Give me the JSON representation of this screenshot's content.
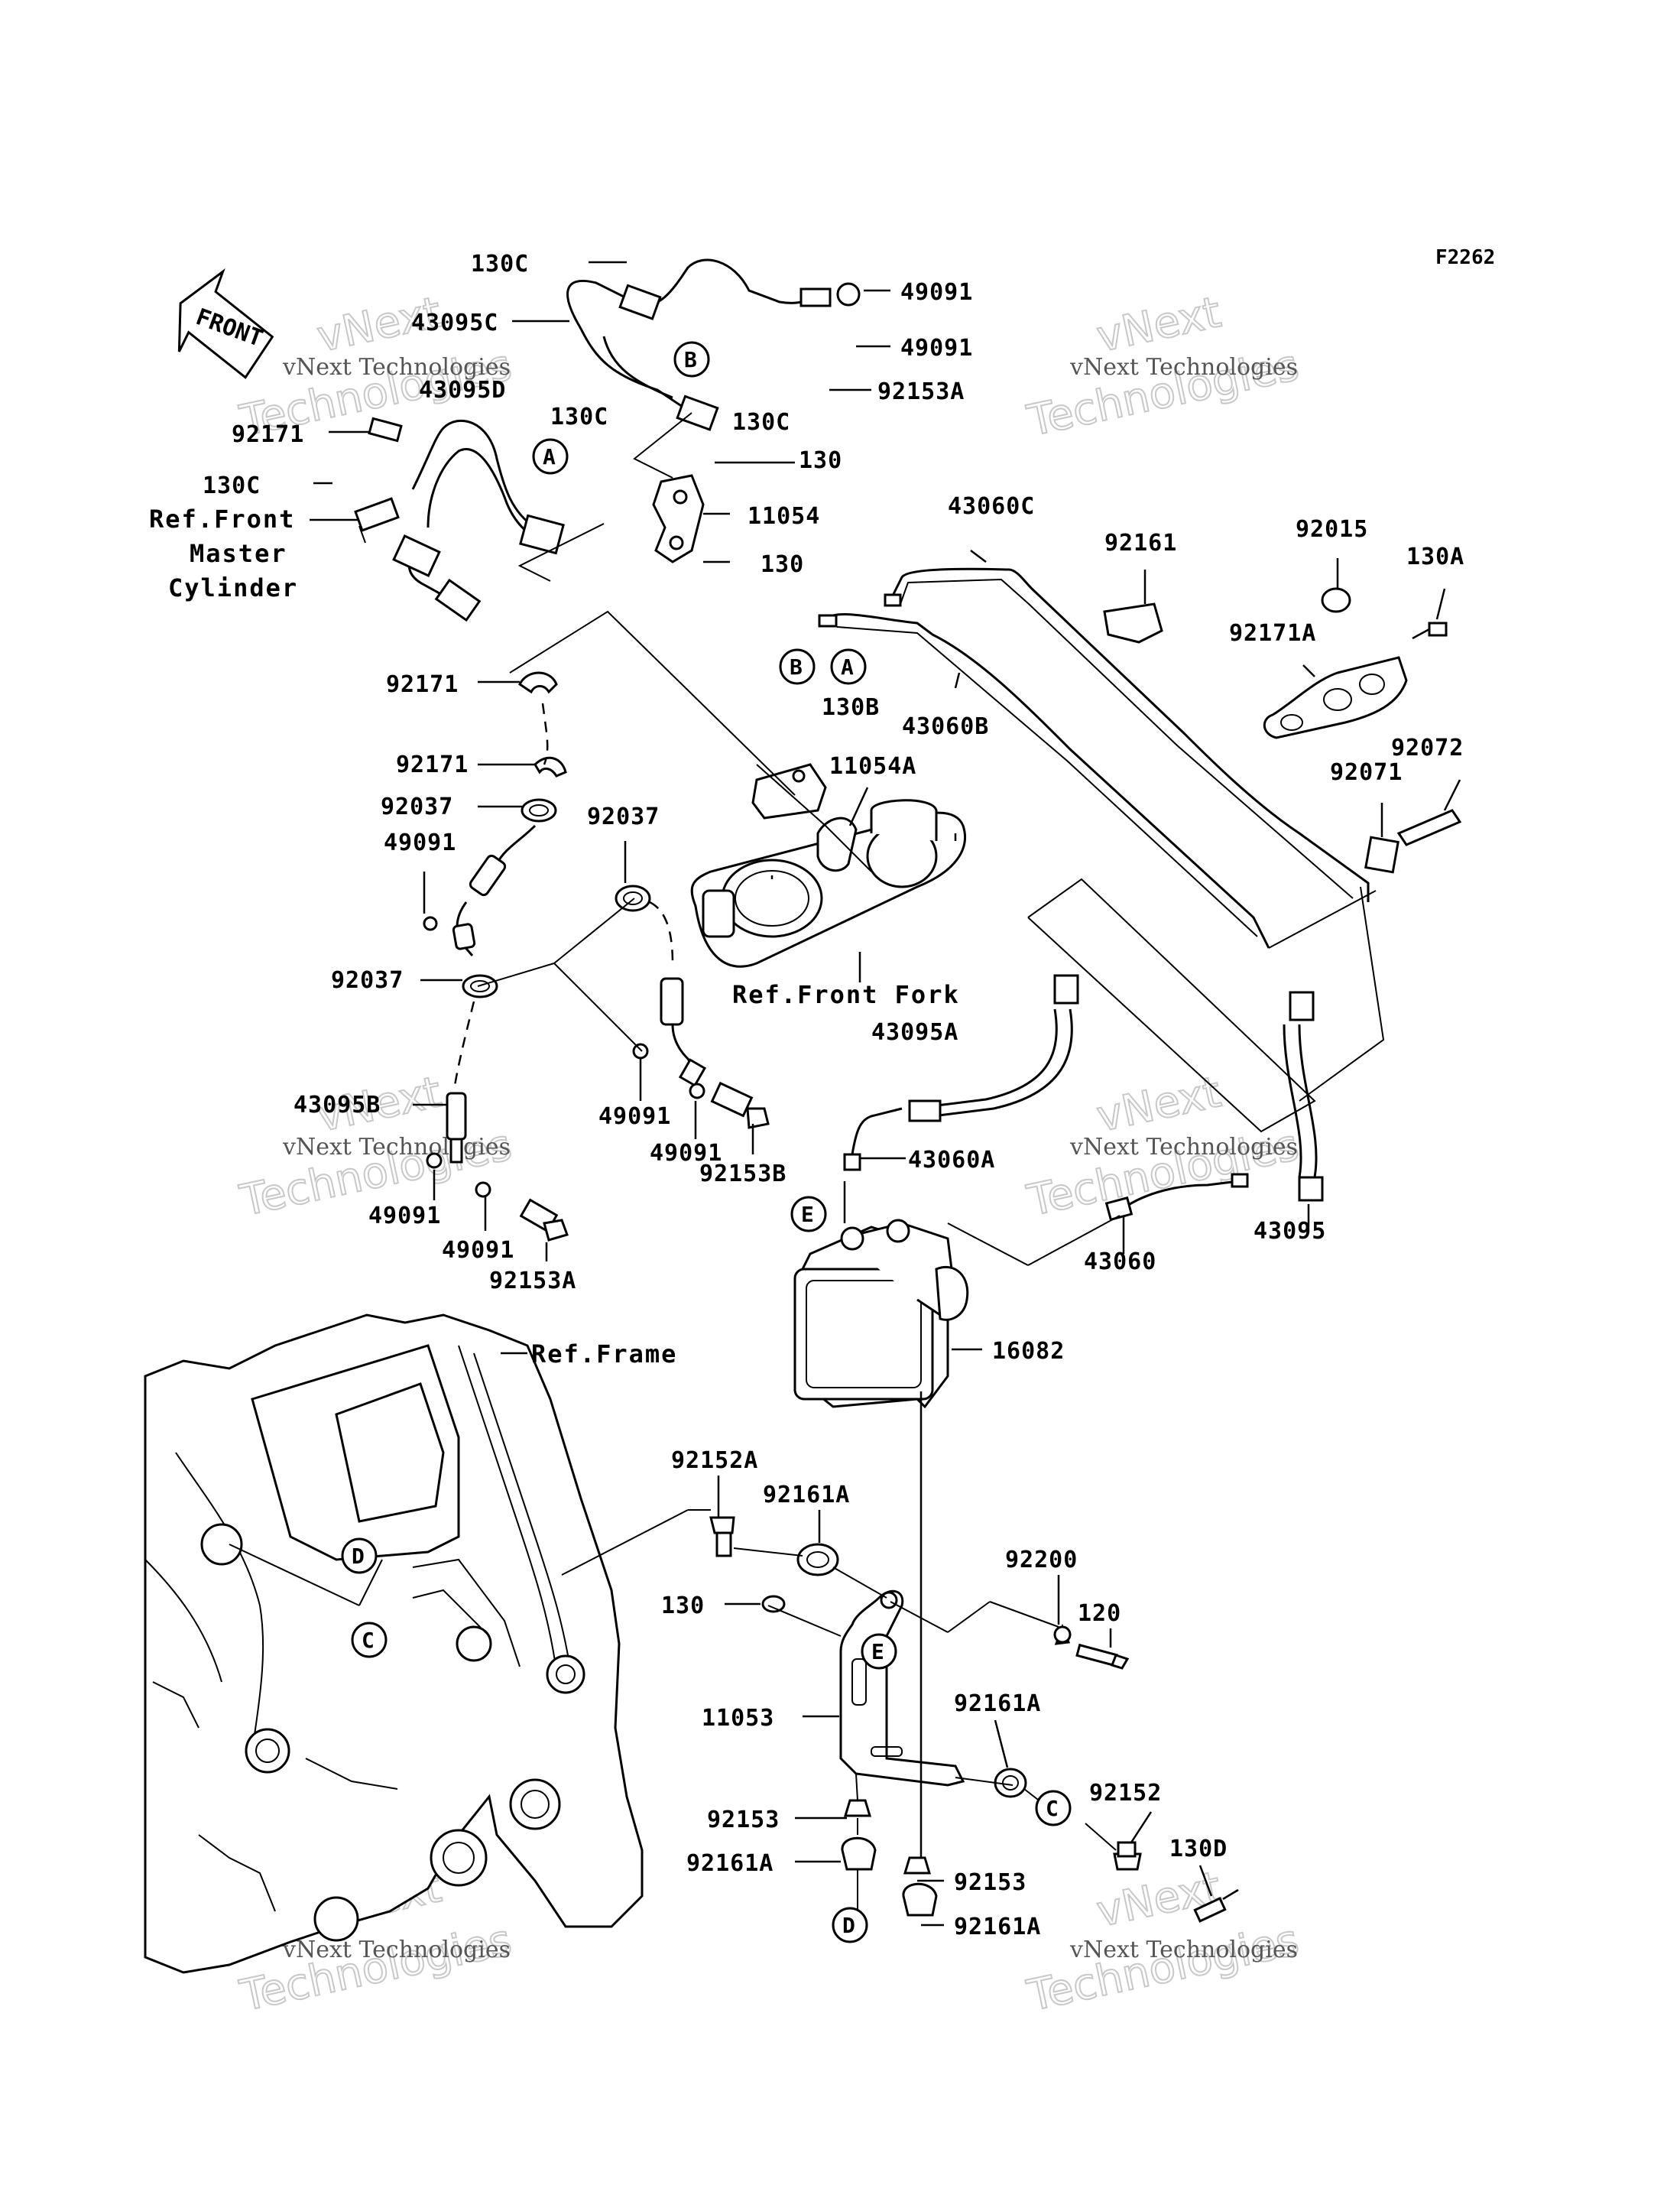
{
  "diagram_code": "F2262",
  "front_arrow": "FRONT",
  "watermark": {
    "line1": "vNext Technologies",
    "line2": "Technologies",
    "line3": "vNext"
  },
  "references": {
    "master_cylinder": [
      "Ref.Front",
      "Master",
      "Cylinder"
    ],
    "front_fork": "Ref.Front Fork",
    "frame": "Ref.Frame"
  },
  "circle_markers": [
    "A",
    "B",
    "C",
    "D",
    "E"
  ],
  "parts": [
    "130C",
    "49091",
    "43095C",
    "49091",
    "92153A",
    "43095D",
    "130C",
    "130C",
    "92171",
    "130C",
    "130",
    "11054",
    "130",
    "43060C",
    "92161",
    "92015",
    "130A",
    "92171A",
    "92171",
    "130B",
    "43060B",
    "11054A",
    "92171",
    "92037",
    "92037",
    "49091",
    "92072",
    "92071",
    "92037",
    "43095A",
    "43095B",
    "49091",
    "49091",
    "92153B",
    "43060A",
    "49091",
    "49091",
    "92153A",
    "43060",
    "43095",
    "16082",
    "92152A",
    "92161A",
    "130",
    "92200",
    "120",
    "11053",
    "92161A",
    "92152",
    "130D",
    "92153",
    "92161A",
    "92153",
    "92161A"
  ]
}
